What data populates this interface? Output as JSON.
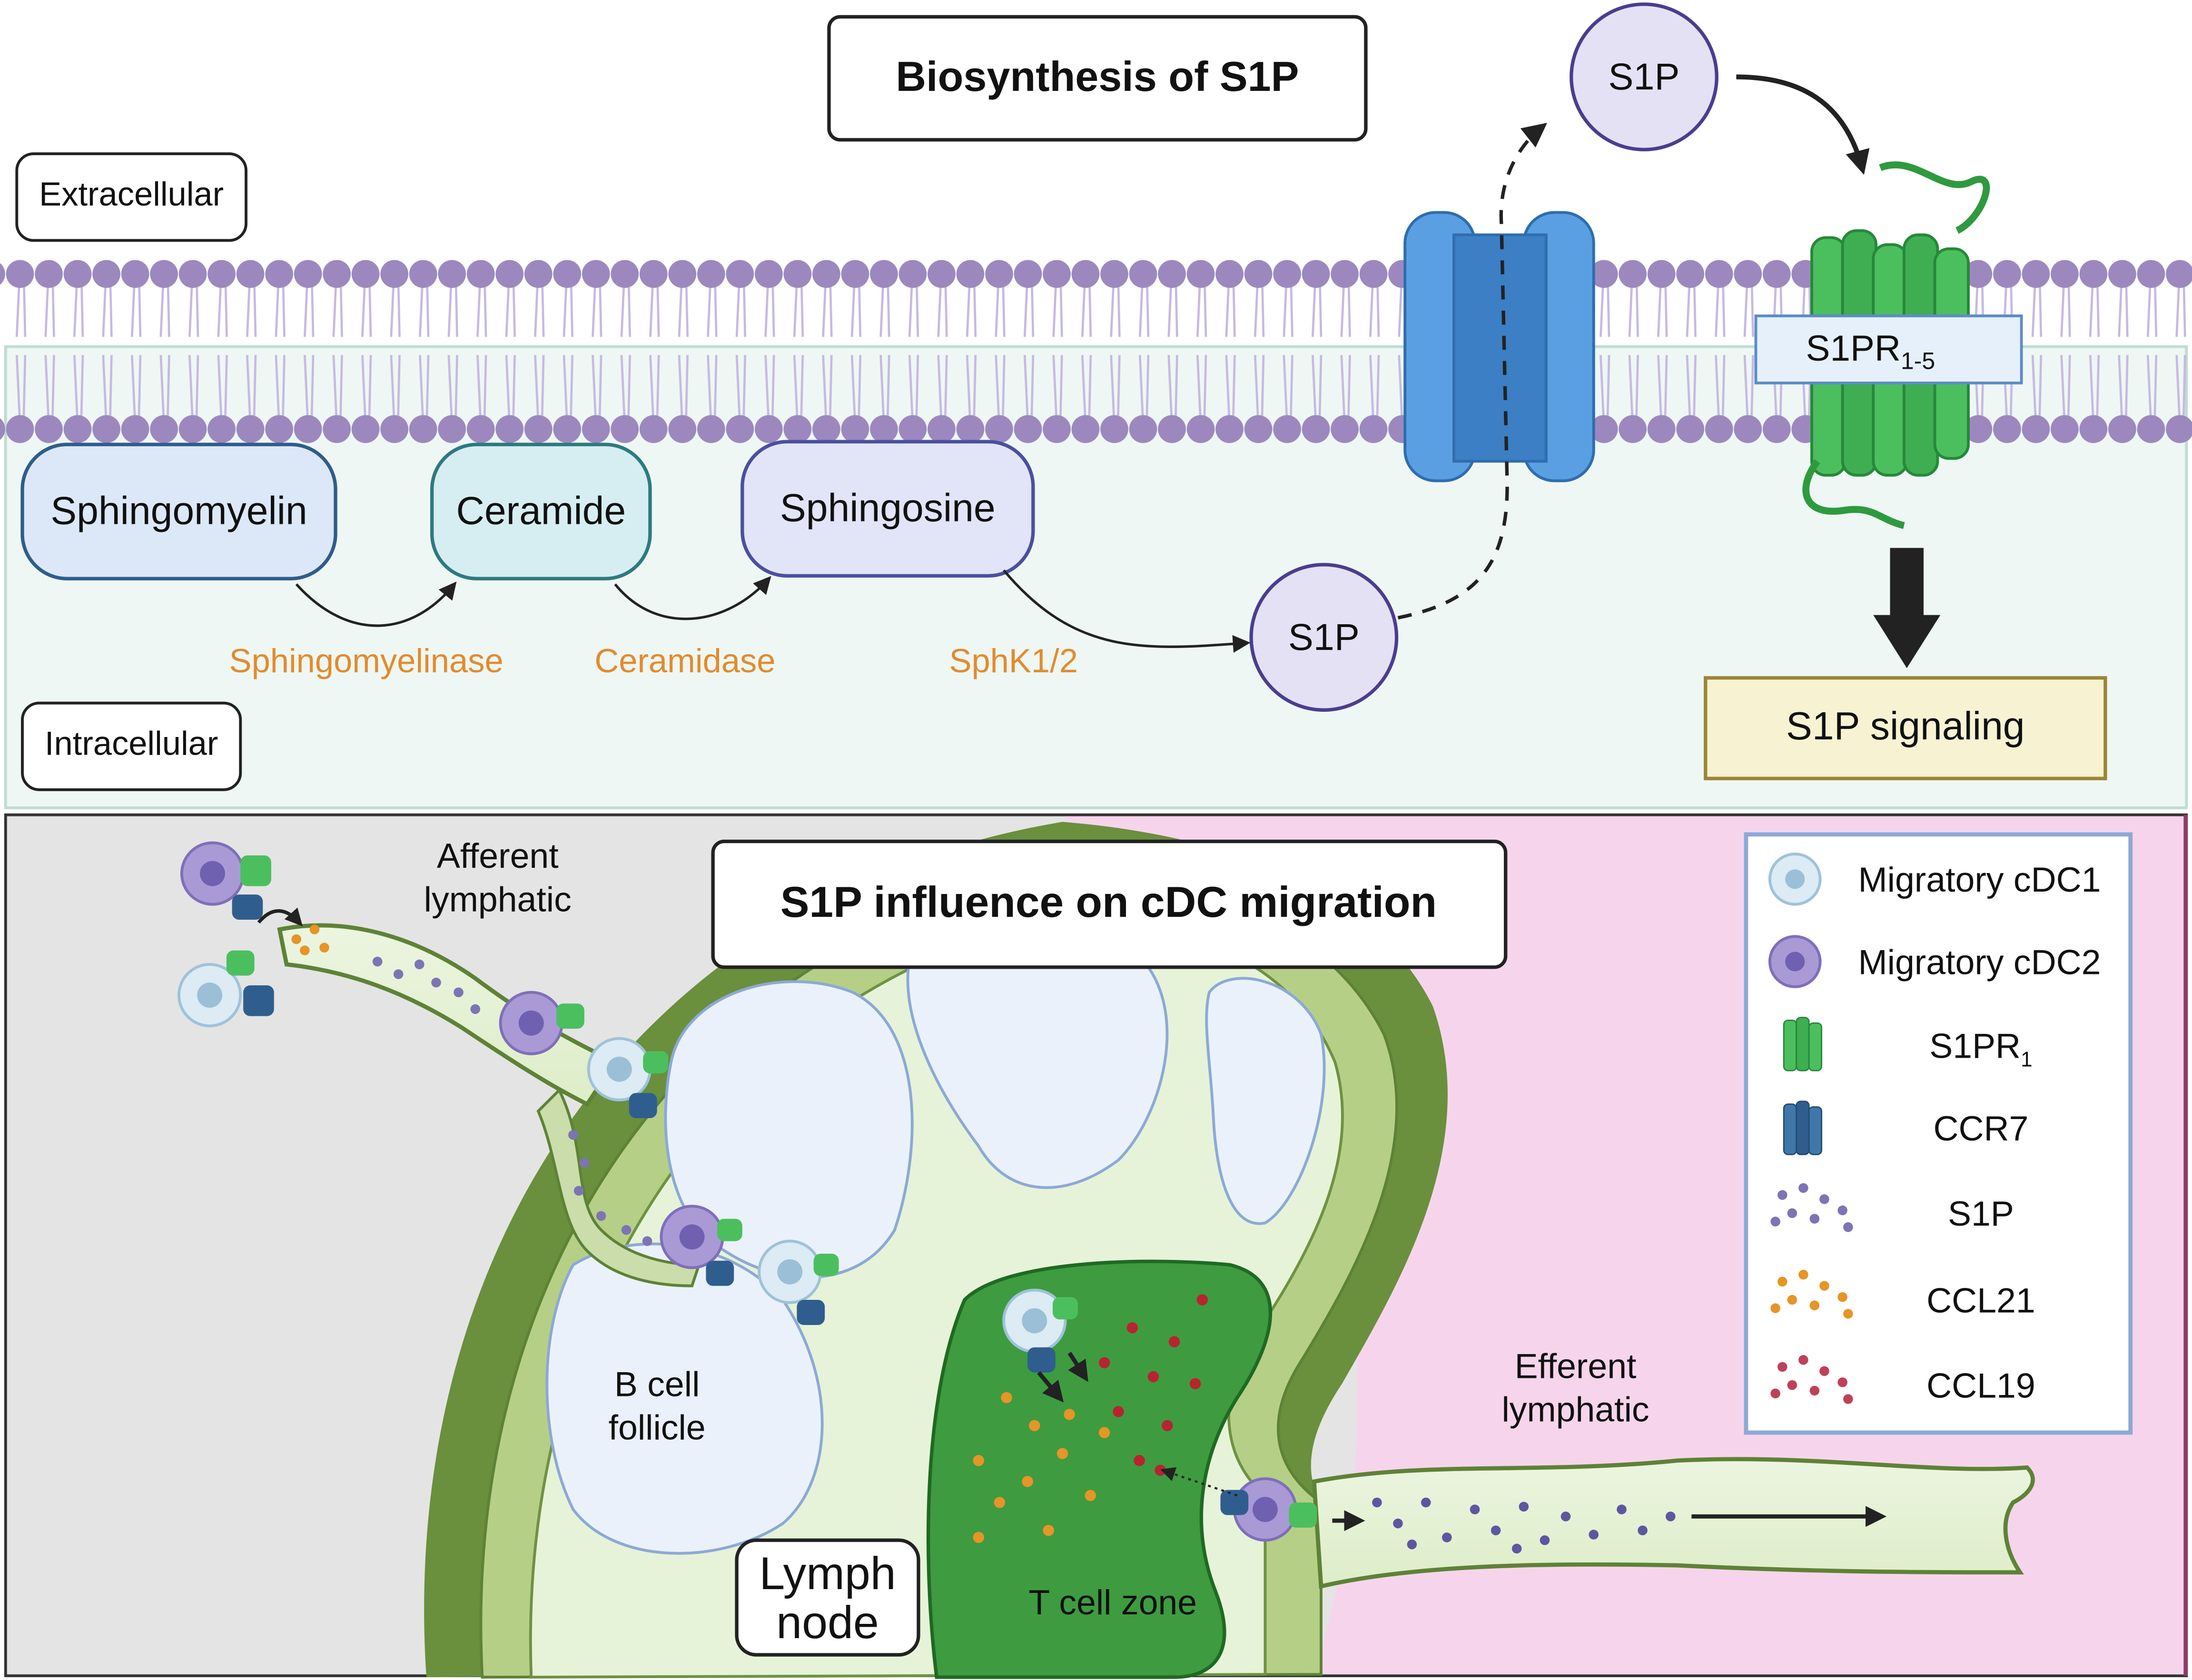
{
  "top": {
    "title": "Biosynthesis of S1P",
    "extracellular": "Extracellular",
    "intracellular": "Intracellular",
    "molecules": {
      "sphingomyelin": "Sphingomyelin",
      "ceramide": "Ceramide",
      "sphingosine": "Sphingosine",
      "s1p_inside": "S1P",
      "s1p_outside": "S1P"
    },
    "enzymes": {
      "sphingomyelinase": "Sphingomyelinase",
      "ceramidase": "Ceramidase",
      "sphk": "SphK1/2"
    },
    "receptor": {
      "label_main": "S1PR",
      "label_sub": "1-5"
    },
    "signaling": "S1P signaling"
  },
  "bottom": {
    "title": "S1P influence on cDC migration",
    "afferent": [
      "Afferent",
      "lymphatic"
    ],
    "efferent": [
      "Efferent",
      "lymphatic"
    ],
    "b_cell": [
      "B cell",
      "follicle"
    ],
    "t_cell": "T cell zone",
    "lymph_node": [
      "Lymph",
      "node"
    ]
  },
  "legend": {
    "cdc1": "Migratory cDC1",
    "cdc2": "Migratory cDC2",
    "s1pr1_main": "S1PR",
    "s1pr1_sub": "1",
    "ccr7": "CCR7",
    "s1p": "S1P",
    "ccl21": "CCL21",
    "ccl19": "CCL19"
  },
  "colors": {
    "membrane_head": "#9C88BE",
    "intracellular_bg": "#EEF7F4",
    "grey_region": "#E3E3E3",
    "pink_region": "#F6D5EC",
    "node_fill": "#E6F3D8",
    "capsule_dark": "#6A8F3D",
    "capsule_light": "#B6CF86",
    "t_zone": "#3E9B40",
    "follicle": "#EAF1FA",
    "enzyme_text": "#E38B2C",
    "s1p_circle": "#E4E1F5",
    "channel_blue": "#4A8FD8",
    "receptor_green": "#43AD55",
    "ccl21_dot": "#E69526",
    "ccl19_dot": "#B9232F",
    "s1p_dot": "#6E64A8"
  }
}
